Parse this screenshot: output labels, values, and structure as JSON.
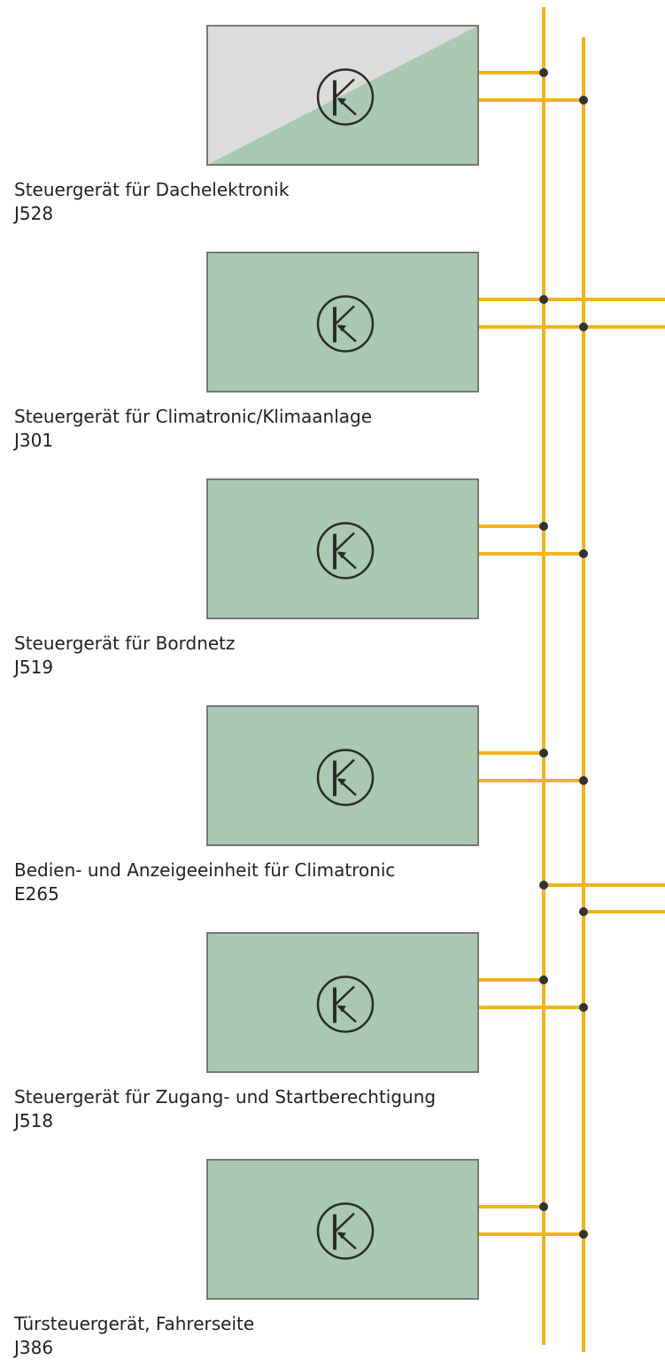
{
  "colors": {
    "box_fill": "#a9c9b3",
    "box_alt_fill": "#dcdcdc",
    "box_border": "#777777",
    "bus_wire": "#f2b41c",
    "node": "#333333",
    "symbol": "#2b2b2b"
  },
  "symbol_icon": "k-can-symbol-icon",
  "units": [
    {
      "name": "Steuergerät für Dachelektronik",
      "code": "J528",
      "split_fill": true,
      "through_high": false,
      "through_low": false
    },
    {
      "name": "Steuergerät für Climatronic/Klimaanlage",
      "code": "J301",
      "split_fill": false,
      "through_high": true,
      "through_low": true
    },
    {
      "name": "Steuergerät für Bordnetz",
      "code": "J519",
      "split_fill": false,
      "through_high": false,
      "through_low": false
    },
    {
      "name": "Bedien- und Anzeigeeinheit für Climatronic",
      "code": "E265",
      "split_fill": false,
      "through_high": false,
      "through_low": false
    },
    {
      "name": "Steuergerät für Zugang- und Startberechtigung",
      "code": "J518",
      "split_fill": false,
      "through_high": false,
      "through_low": false
    },
    {
      "name": "Türsteuergerät, Fahrerseite",
      "code": "J386",
      "split_fill": false,
      "through_high": false,
      "through_low": false
    }
  ],
  "bus_branches": [
    {
      "side": "right",
      "after_unit": 4
    }
  ]
}
